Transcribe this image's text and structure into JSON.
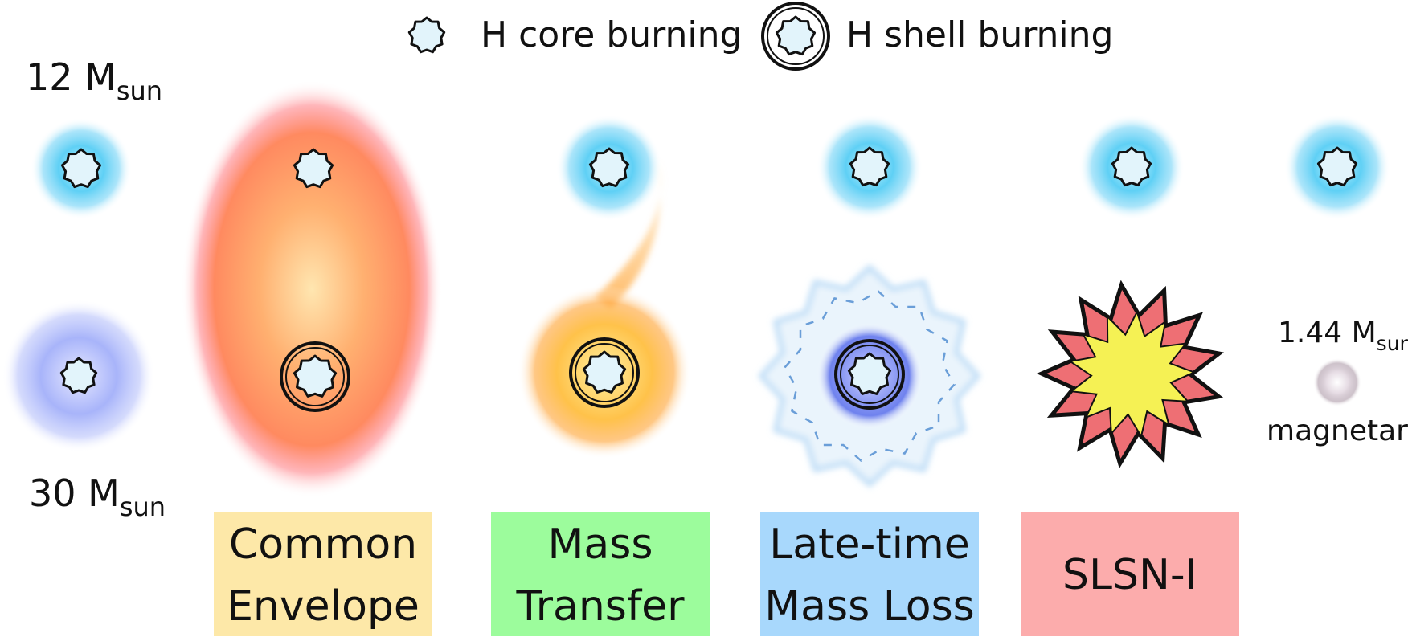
{
  "legend": {
    "core_label": "H core burning",
    "shell_label": "H shell burning",
    "core_icon": "star-core-icon",
    "shell_icon": "star-shell-icon"
  },
  "masses": {
    "top": {
      "value": "12 M",
      "sub": "sun"
    },
    "bottom": {
      "value": "30 M",
      "sub": "sun"
    },
    "remnant": {
      "value": "1.44 M",
      "sub": "sun"
    },
    "remnant_label": "magnetar"
  },
  "stages": [
    {
      "line1": "Common",
      "line2": "Envelope",
      "color": "#fde8a8"
    },
    {
      "line1": "Mass",
      "line2": "Transfer",
      "color": "#9cfc9c"
    },
    {
      "line1": "Late-time",
      "line2": "Mass Loss",
      "color": "#a8d8fc"
    },
    {
      "line1": "SLSN-I",
      "line2": "",
      "color": "#fcacac"
    }
  ],
  "colors": {
    "small_star": "#5fd0f5",
    "big_star": "#8f9ef5",
    "envelope": "#ff9a50",
    "transfer": "#ffbb40",
    "burst_outer": "#ee6f74",
    "burst_inner": "#f5f154",
    "core_fill": "#e2f4fb"
  }
}
